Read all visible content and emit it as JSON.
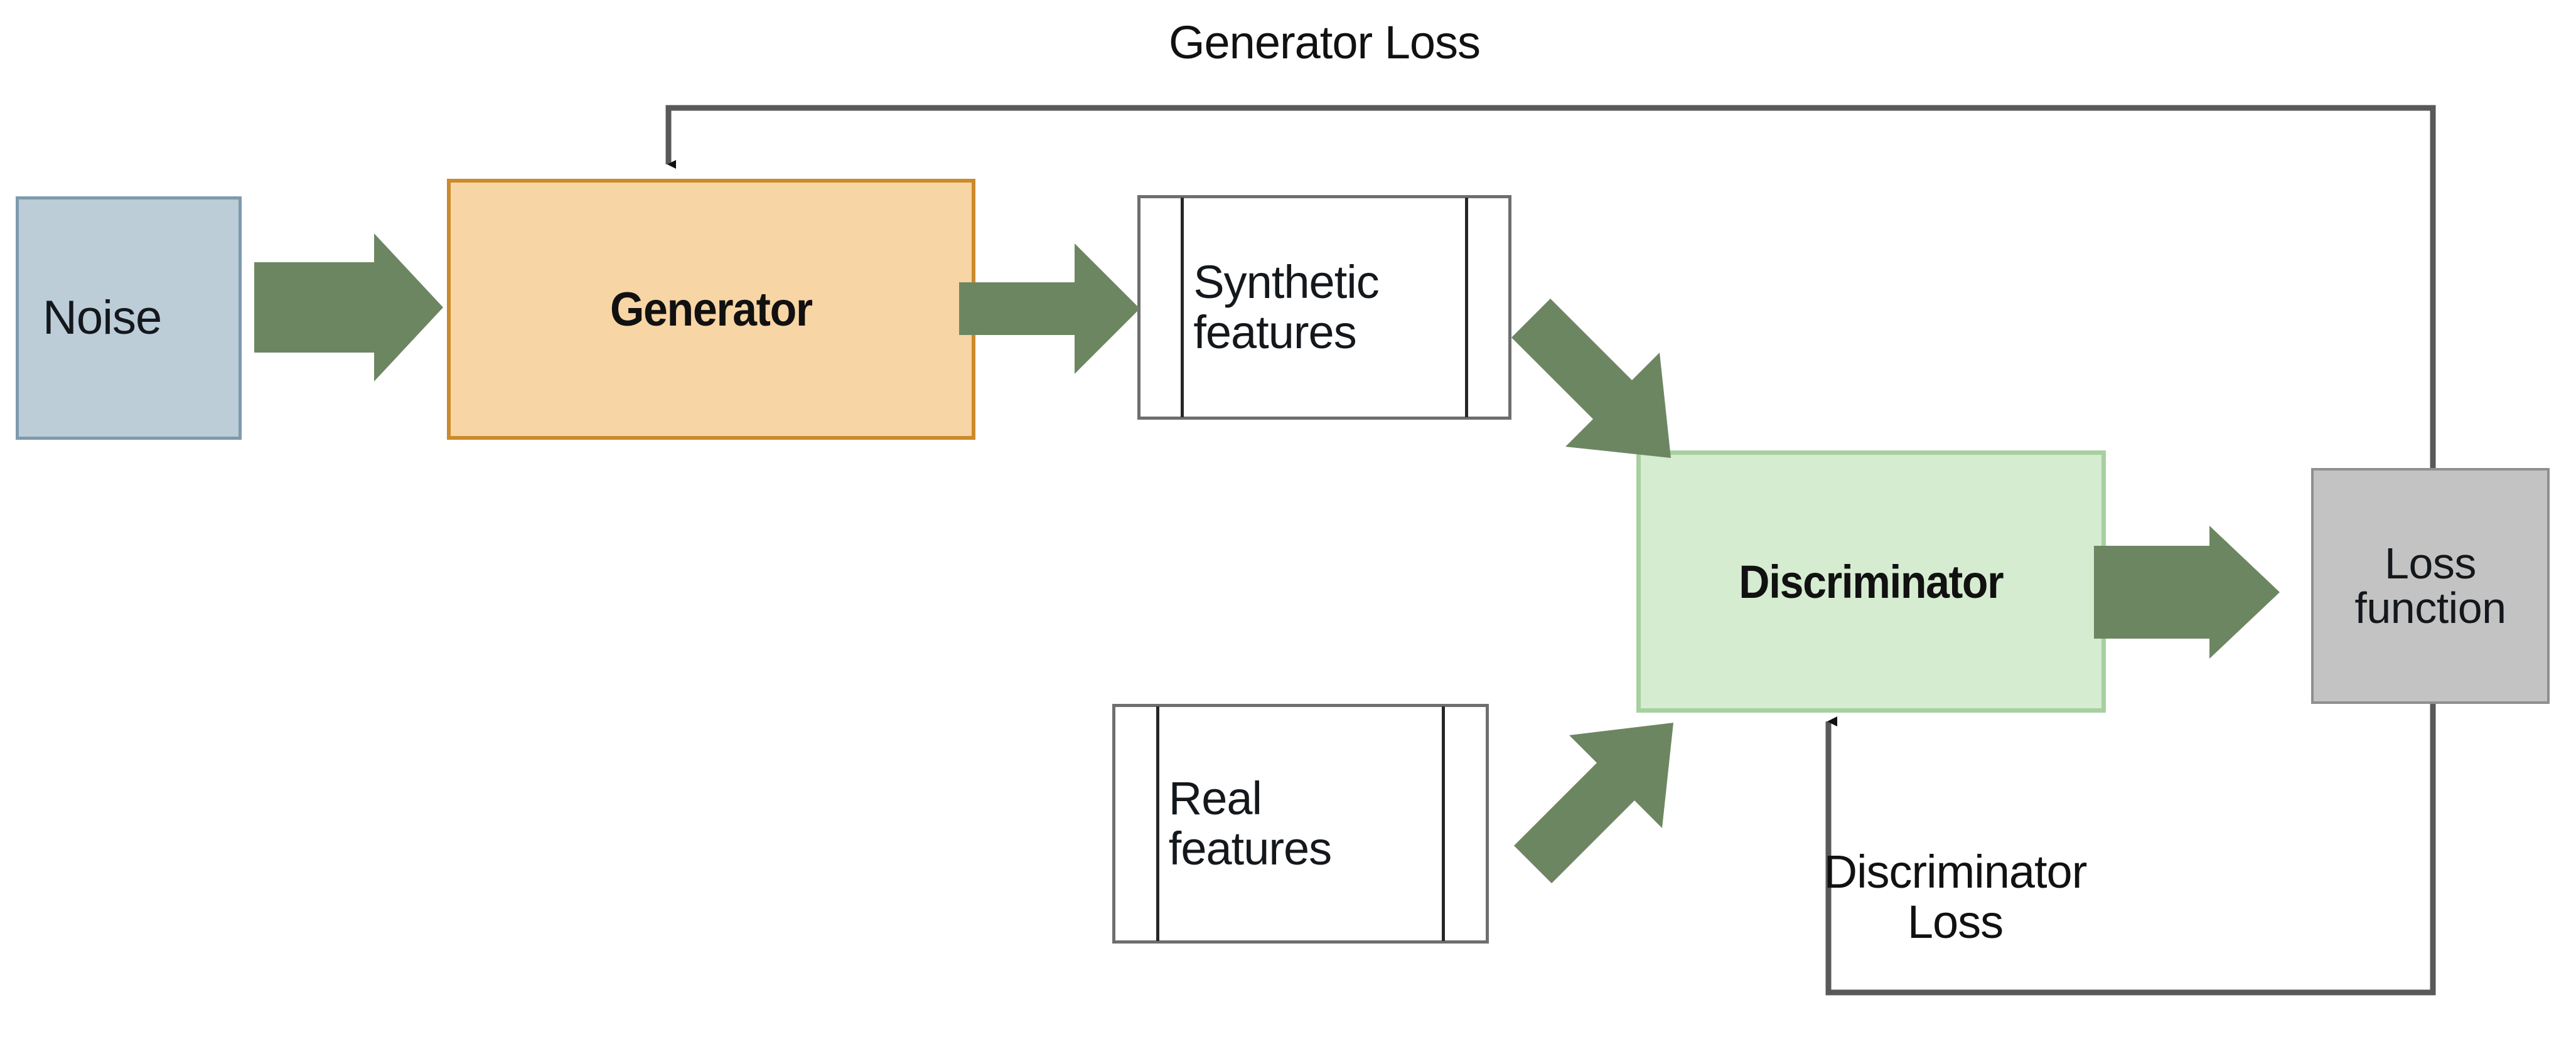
{
  "diagram": {
    "title": "GAN architecture block diagram",
    "background": "#ffffff",
    "nodes": {
      "noise": {
        "label": "Noise",
        "fill": "#bccdd8",
        "stroke": "#7e9aad"
      },
      "generator": {
        "label": "Generator",
        "fill": "#f8d5a4",
        "stroke": "#cb8a2c"
      },
      "synthetic_features": {
        "label": "Synthetic\nfeatures",
        "fill": "#ffffff",
        "stroke": "#6e6e6e"
      },
      "real_features": {
        "label": "Real\nfeatures",
        "fill": "#ffffff",
        "stroke": "#6e6e6e"
      },
      "discriminator": {
        "label": "Discriminator",
        "fill": "#d6ecd1",
        "stroke": "#a7d09f"
      },
      "loss_function": {
        "label": "Loss\nfunction",
        "fill": "#c3c3c3",
        "stroke": "#8f8f8f"
      }
    },
    "edge_labels": {
      "generator_loss": "Generator Loss",
      "discriminator_loss": "Discriminator\nLoss"
    },
    "arrow_color": "#6d8662",
    "line_color": "#595959",
    "flows": [
      {
        "from": "noise",
        "to": "generator",
        "style": "block-arrow-right"
      },
      {
        "from": "generator",
        "to": "synthetic_features",
        "style": "block-arrow-right"
      },
      {
        "from": "synthetic_features",
        "to": "discriminator",
        "style": "block-arrow-diagonal-down-right"
      },
      {
        "from": "real_features",
        "to": "discriminator",
        "style": "block-arrow-diagonal-up-right"
      },
      {
        "from": "discriminator",
        "to": "loss_function",
        "style": "block-arrow-right"
      },
      {
        "from": "loss_function",
        "to": "generator",
        "style": "feedback-line-top",
        "label": "Generator Loss"
      },
      {
        "from": "loss_function",
        "to": "discriminator",
        "style": "feedback-line-bottom",
        "label": "Discriminator Loss"
      }
    ]
  }
}
